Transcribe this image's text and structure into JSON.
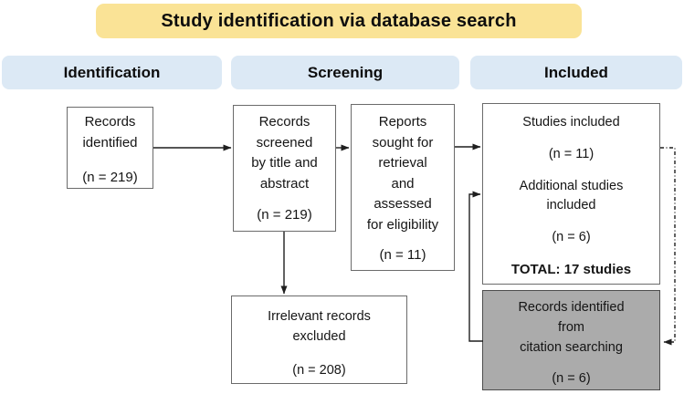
{
  "colors": {
    "banner_bg": "#fae396",
    "header_bg": "#dce9f5",
    "gray_box_bg": "#ababab",
    "box_border": "#6b6b6b",
    "arrow": "#1f1f1f"
  },
  "banner": {
    "title": "Study identification via database search"
  },
  "columns": [
    {
      "label": "Identification"
    },
    {
      "label": "Screening"
    },
    {
      "label": "Included"
    }
  ],
  "boxes": {
    "records_identified": {
      "label": "Records\nidentified",
      "count": "(n = 219)"
    },
    "records_screened": {
      "label": "Records\nscreened\nby title and\nabstract",
      "count": "(n = 219)"
    },
    "reports_sought": {
      "label": "Reports\nsought for\nretrieval\nand\nassessed\nfor eligibility",
      "count": "(n = 11)"
    },
    "studies_included": {
      "entries": [
        {
          "label": "Studies included",
          "count": "(n = 11)"
        },
        {
          "label": "Additional studies\nincluded",
          "count": "(n = 6)"
        }
      ],
      "total": "TOTAL: 17 studies"
    },
    "citation_records": {
      "label": "Records identified\nfrom\ncitation searching",
      "count": "(n = 6)"
    },
    "irrelevant_excluded": {
      "label": "Irrelevant records\nexcluded",
      "count": "(n = 208)"
    }
  }
}
